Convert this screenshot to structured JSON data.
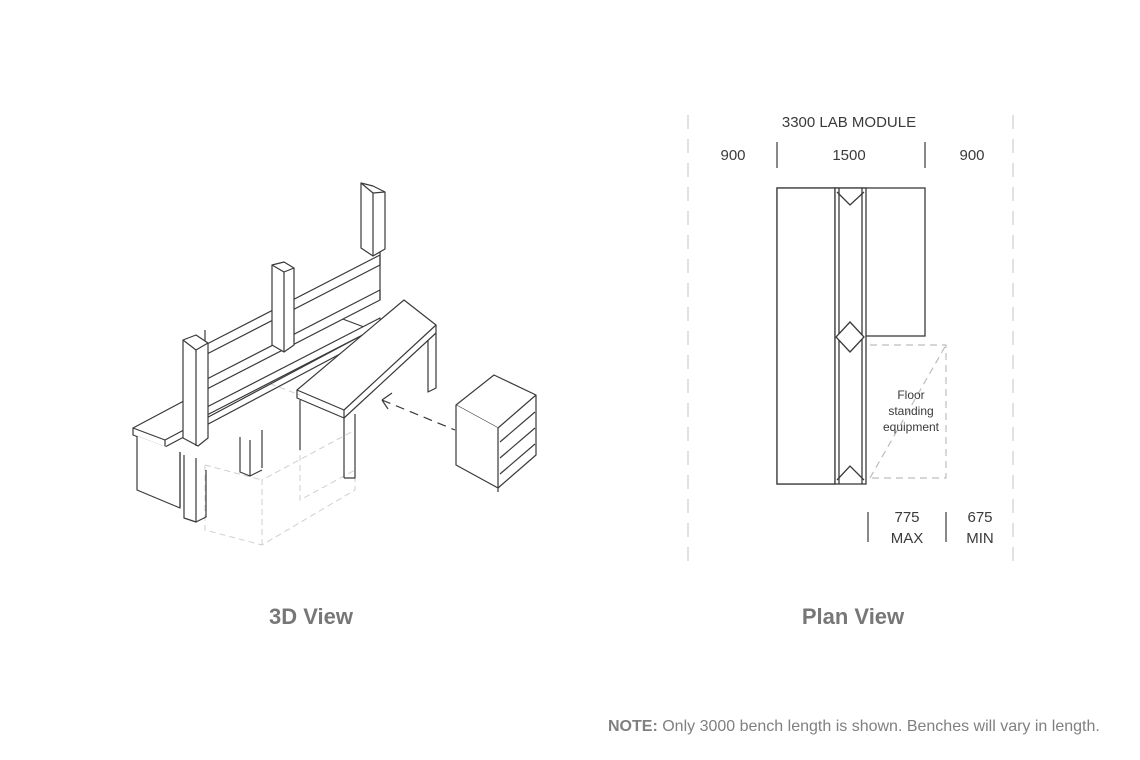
{
  "views": {
    "three_d": {
      "caption": "3D View"
    },
    "plan": {
      "caption": "Plan View",
      "module_label": "3300 LAB MODULE",
      "dimensions": {
        "left_zone": "900",
        "center_zone": "1500",
        "right_zone": "900",
        "max_value": "775",
        "max_label": "MAX",
        "min_value": "675",
        "min_label": "MIN"
      },
      "equipment_label": [
        "Floor",
        "standing",
        "equipment"
      ]
    }
  },
  "note": {
    "prefix": "NOTE:",
    "text": " Only 3000 bench length is shown. Benches will vary in length."
  },
  "colors": {
    "line": "#3a3a3a",
    "dashed": "#c8c8c8",
    "caption": "#777777",
    "note": "#808080"
  }
}
